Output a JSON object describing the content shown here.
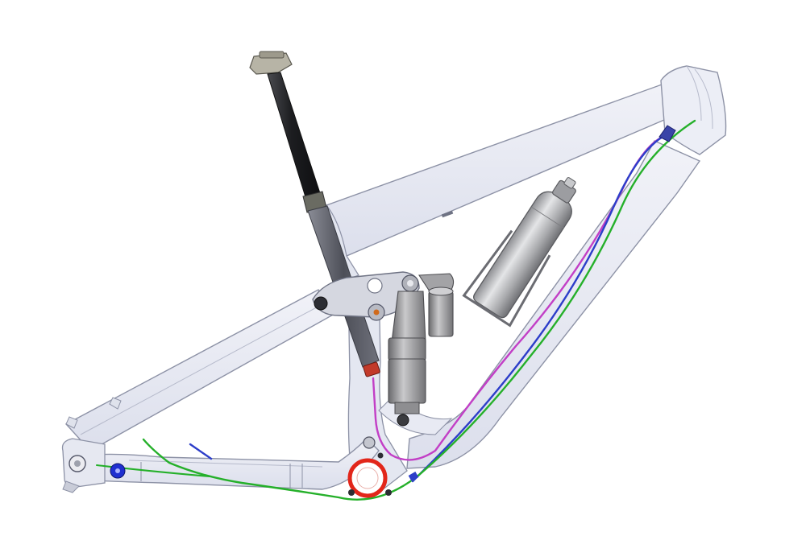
{
  "colors": {
    "background": "#ffffff",
    "frame_fill": "#e7e9f3",
    "frame_stroke": "#8d92a6",
    "frame_hatch": "#c7cadb",
    "dropper_post": "#1c1d20",
    "seat_tube_dark": "#5c5e68",
    "shock_gray": "#8c8c8e",
    "bottle_gray": "#b9babd",
    "cable_magenta": "#c23fc6",
    "cable_blue": "#2d3ec9",
    "cable_green": "#25b02a",
    "bb_red": "#e2261a",
    "axle_blue": "#1f2fd0"
  },
  "parts": [
    "top-tube",
    "down-tube",
    "head-tube",
    "seat-tube",
    "seatstay",
    "chainstay",
    "rocker-link",
    "rear-shock",
    "dropper-seatpost",
    "water-bottle",
    "bottom-bracket",
    "rear-axle",
    "internal-cable-routing"
  ]
}
